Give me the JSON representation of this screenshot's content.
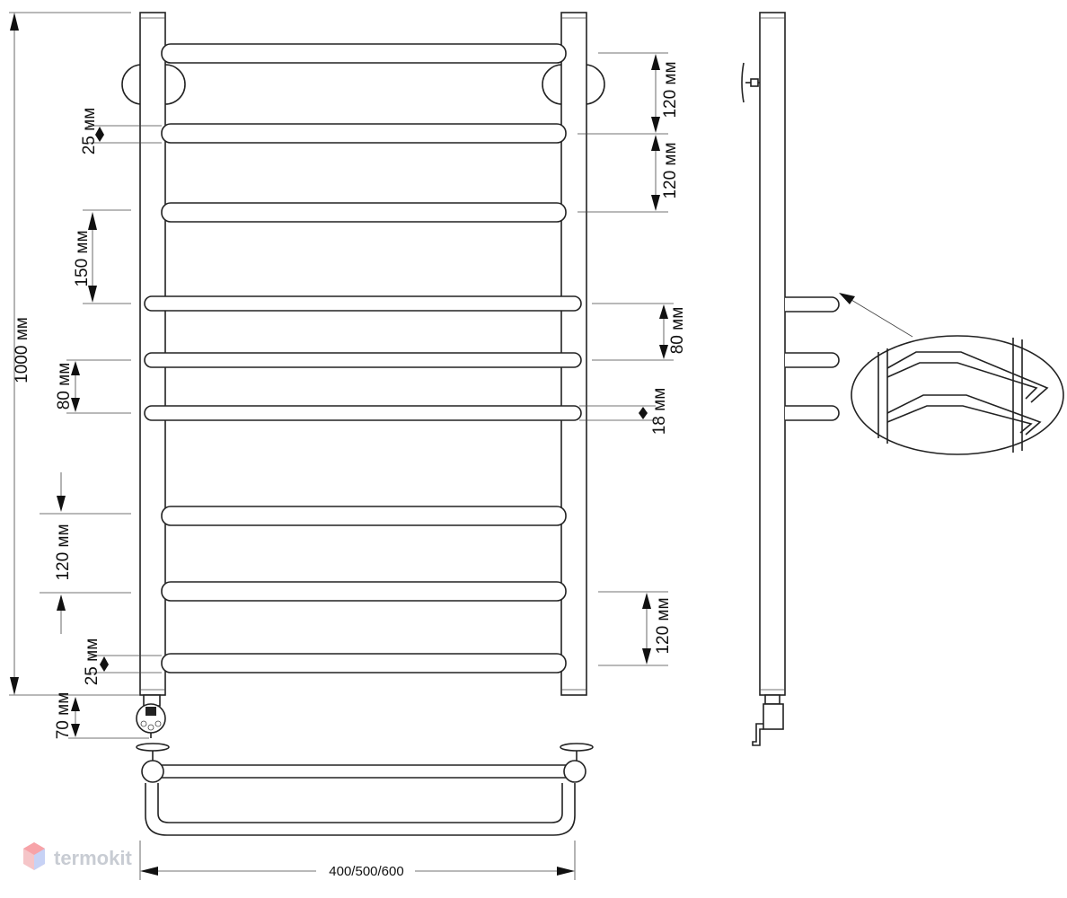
{
  "dimensions": {
    "height_total": "1000 мм",
    "spacing_25_top": "25 мм",
    "spacing_150": "150 мм",
    "spacing_80_left": "80 мм",
    "spacing_120_left": "120 мм",
    "spacing_25_bottom": "25 мм",
    "spacing_70": "70 мм",
    "spacing_120_right_1": "120 мм",
    "spacing_120_right_2": "120 мм",
    "spacing_80_right": "80 мм",
    "diameter_18": "18 мм",
    "spacing_120_right_3": "120 мм",
    "width": "400/500/600"
  },
  "brand": {
    "name": "termokit"
  }
}
